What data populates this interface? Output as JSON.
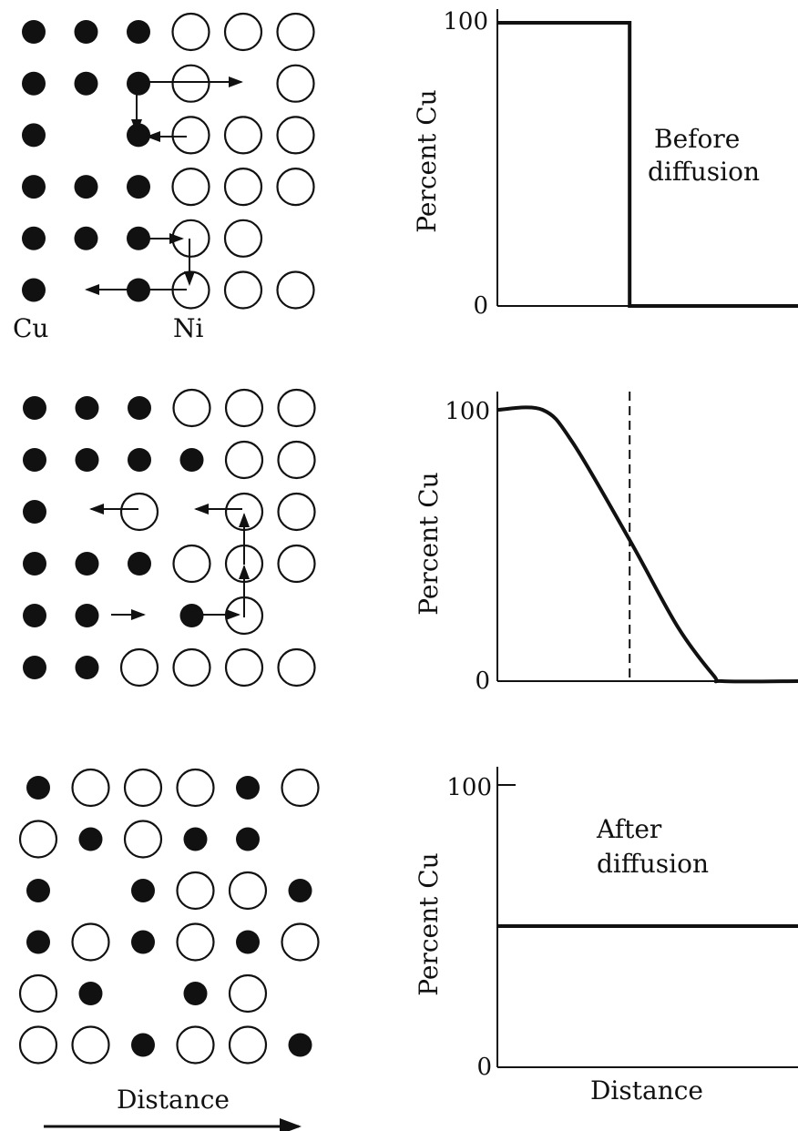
{
  "lattice_labels": {
    "cu": "Cu",
    "ni": "Ni"
  },
  "panels": [
    {
      "id": "before",
      "ylabel": "Percent Cu",
      "y_max_label": "100",
      "y_min_label": "0",
      "annotation_line1": "Before",
      "annotation_line2": "diffusion",
      "grid": [
        "CCCNNN",
        "CCCN.N",
        "C.CNNN",
        "CCCNNN",
        "CCCNN.",
        "C.CNNN"
      ]
    },
    {
      "id": "during",
      "ylabel": "Percent Cu",
      "y_max_label": "100",
      "y_min_label": "0",
      "grid": [
        "CCCNNN",
        "CCCCNN",
        "C.N.NN",
        "CCCNNN",
        "CC.CN.",
        "CCNNNN"
      ]
    },
    {
      "id": "after",
      "ylabel": "Percent Cu",
      "y_max_label": "100",
      "y_min_label": "0",
      "annotation_line1": "After",
      "annotation_line2": "diffusion",
      "grid": [
        "CNNNCN",
        "NCNCC.",
        "C.CNNC",
        "CNCNCN",
        "NC.CN.",
        "NNCNNC"
      ]
    }
  ],
  "distance_label_left": "Distance",
  "distance_label_right": "Distance",
  "colors": {
    "ink": "#111111",
    "paper": "#ffffff"
  },
  "chart_data": [
    {
      "type": "line",
      "title": "",
      "xlabel": "",
      "ylabel": "Percent Cu",
      "ylim": [
        0,
        100
      ],
      "annotation": "Before diffusion",
      "series": [
        {
          "x": [
            0,
            0.44,
            0.44,
            1
          ],
          "y": [
            100,
            100,
            0,
            0
          ]
        }
      ]
    },
    {
      "type": "line",
      "title": "",
      "xlabel": "",
      "ylabel": "Percent Cu",
      "ylim": [
        0,
        100
      ],
      "interface_marker_x": 0.44,
      "series": [
        {
          "x": [
            0,
            0.15,
            0.25,
            0.44,
            0.6,
            0.72,
            0.75,
            1
          ],
          "y": [
            100,
            100,
            88,
            52,
            20,
            2,
            0,
            0
          ]
        }
      ]
    },
    {
      "type": "line",
      "title": "",
      "xlabel": "Distance",
      "ylabel": "Percent Cu",
      "ylim": [
        0,
        100
      ],
      "annotation": "After diffusion",
      "series": [
        {
          "x": [
            0,
            1
          ],
          "y": [
            50,
            50
          ]
        }
      ]
    }
  ]
}
